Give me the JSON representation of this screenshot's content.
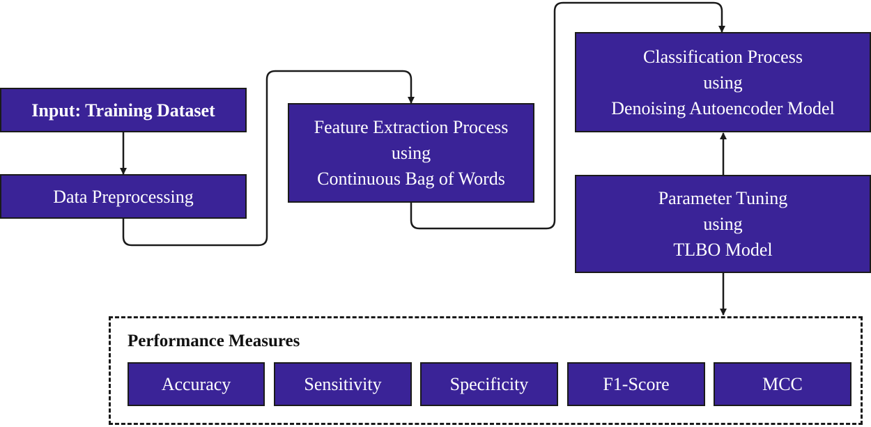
{
  "colors": {
    "box_fill": "#3a2397",
    "box_text": "#ffffff",
    "line": "#1a1a1a"
  },
  "boxes": {
    "input": {
      "lines": [
        "Input: Training Dataset"
      ]
    },
    "preprocessing": {
      "lines": [
        "Data Preprocessing"
      ]
    },
    "feature_extraction": {
      "lines": [
        "Feature Extraction Process",
        "using",
        "Continuous Bag of Words"
      ]
    },
    "classification": {
      "lines": [
        "Classification Process",
        "using",
        "Denoising Autoencoder Model"
      ]
    },
    "parameter_tuning": {
      "lines": [
        "Parameter Tuning",
        "using",
        "TLBO Model"
      ]
    }
  },
  "performance": {
    "title": "Performance Measures",
    "measures": [
      "Accuracy",
      "Sensitivity",
      "Specificity",
      "F1-Score",
      "MCC"
    ]
  }
}
